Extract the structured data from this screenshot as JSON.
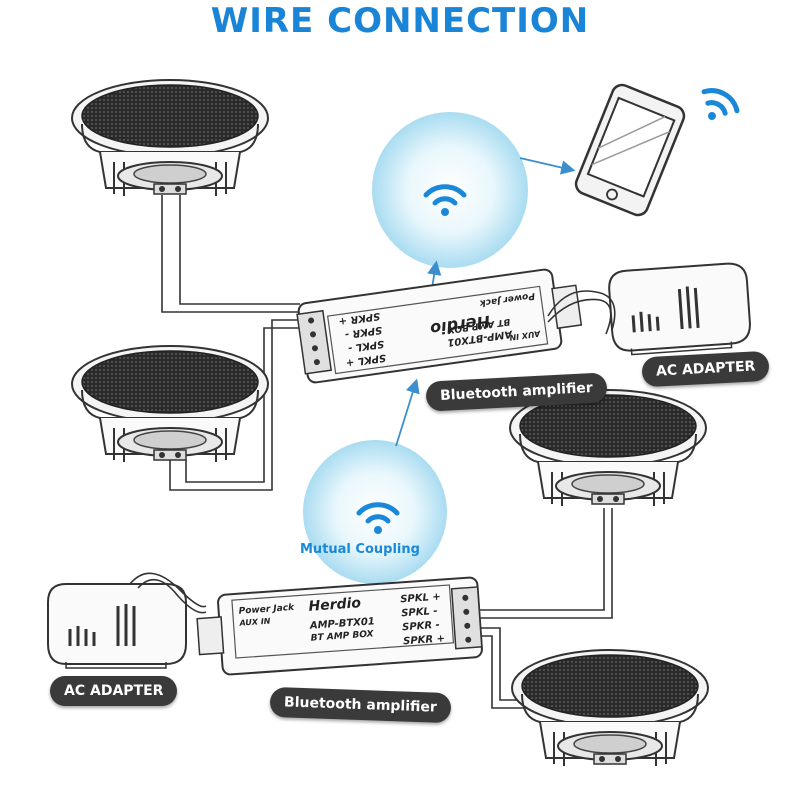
{
  "title": "WIRE CONNECTION",
  "colors": {
    "title": "#1a84d6",
    "wifi": "#1a88d8",
    "glow": "#bfe6f6",
    "pill_bg": "#3a3a3a",
    "mutual_text": "#1a88d8",
    "arrow": "#3b8fcf"
  },
  "labels": {
    "bt_amp_top": "Bluetooth amplifier",
    "bt_amp_bottom": "Bluetooth amplifier",
    "ac_adapter_top": "AC ADAPTER",
    "ac_adapter_bottom": "AC ADAPTER",
    "mutual_coupling": "Mutual Coupling"
  },
  "amp_box": {
    "brand": "Herdio",
    "model": "AMP-BTX01",
    "subtitle": "BT AMP BOX",
    "power_jack": "Power Jack",
    "aux_in": "AUX IN",
    "terminals": [
      "SPKL +",
      "SPKL -",
      "SPKR -",
      "SPKR +"
    ]
  },
  "icons": [
    "wifi-icon",
    "smartphone-icon",
    "speaker-icon",
    "ac-adapter-icon",
    "arrow-icon"
  ]
}
